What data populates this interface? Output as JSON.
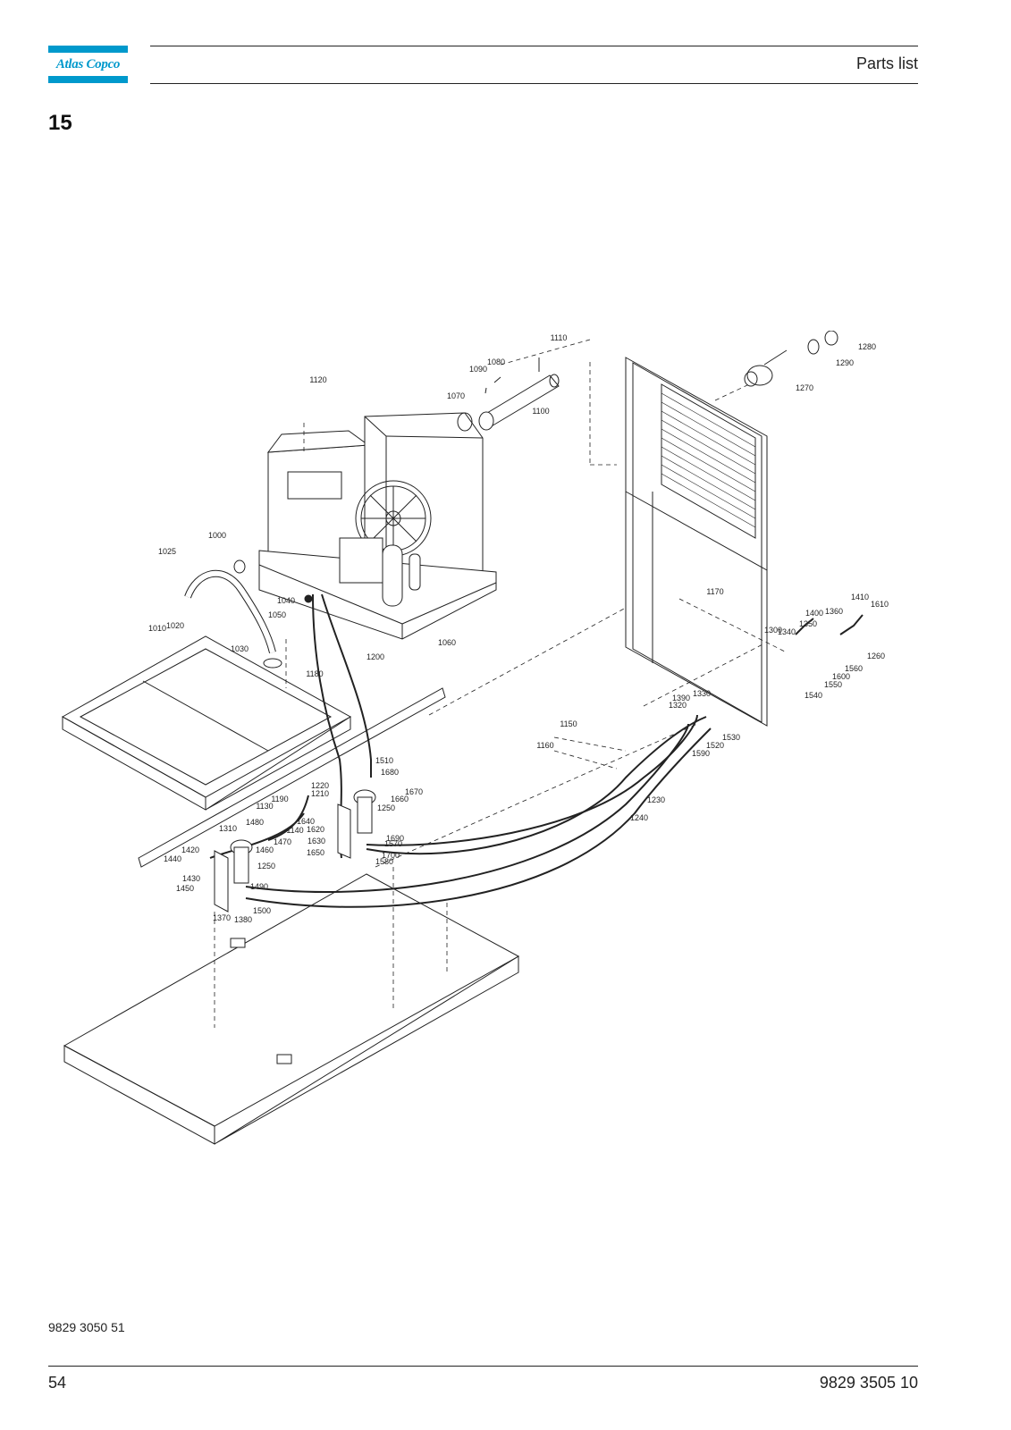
{
  "header": {
    "brand": "Atlas Copco",
    "title": "Parts list"
  },
  "section_number": "15",
  "diagram": {
    "callouts": [
      "1000",
      "1010",
      "1020",
      "1025",
      "1030",
      "1040",
      "1050",
      "1060",
      "1070",
      "1080",
      "1090",
      "1100",
      "1110",
      "1120",
      "1130",
      "1140",
      "1150",
      "1160",
      "1170",
      "1180",
      "1190",
      "1200",
      "1210",
      "1220",
      "1230",
      "1240",
      "1250",
      "1260",
      "1270",
      "1280",
      "1290",
      "1300",
      "1310",
      "1320",
      "1330",
      "1340",
      "1350",
      "1360",
      "1370",
      "1380",
      "1390",
      "1400",
      "1410",
      "1420",
      "1430",
      "1440",
      "1450",
      "1460",
      "1470",
      "1480",
      "1490",
      "1500",
      "1510",
      "1520",
      "1530",
      "1540",
      "1550",
      "1560",
      "1570",
      "1580",
      "1590",
      "1600",
      "1610",
      "1620",
      "1630",
      "1640",
      "1650",
      "1660",
      "1670",
      "1680",
      "1690",
      "1700"
    ]
  },
  "footer": {
    "doc_ref": "9829 3050 51",
    "page_number": "54",
    "book_number": "9829 3505 10"
  }
}
